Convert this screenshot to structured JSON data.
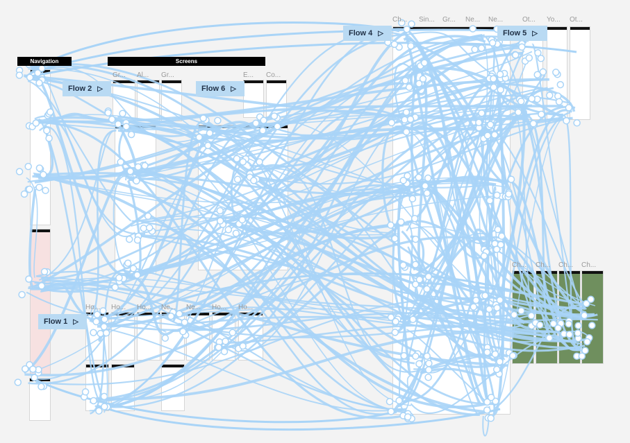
{
  "sections": [
    {
      "id": "navigation",
      "label": "Navigation"
    },
    {
      "id": "screens",
      "label": "Screens"
    }
  ],
  "flows": [
    {
      "label": "Flow 1"
    },
    {
      "label": "Flow 2"
    },
    {
      "label": "Flow 4"
    },
    {
      "label": "Flow 5"
    },
    {
      "label": "Flow 6"
    }
  ],
  "frame_labels": {
    "top_right": [
      "Ch...",
      "Sin...",
      "Gr...",
      "Ne...",
      "Ne...",
      "Ot...",
      "Yo...",
      "Ot..."
    ],
    "bottom_right": [
      "Ch...",
      "Ch...",
      "Ch...",
      "Ch..."
    ],
    "flow1_row": [
      "Ho...",
      "Ho...",
      "Ho...",
      "Ne...",
      "Ne...",
      "Ho...",
      "Ho..."
    ],
    "flow2_row": [
      "Gr...",
      "Al...",
      "Gr..."
    ],
    "flow6_row": [
      "E...",
      "Co..."
    ]
  },
  "colors": {
    "connector": "#a9d4f7",
    "handle_fill": "#ffffff",
    "handle_stroke": "#a9d4f7",
    "flow_tag_bg": "#b9daf3",
    "background": "#f3f3f3"
  },
  "play_icon": "play-icon"
}
